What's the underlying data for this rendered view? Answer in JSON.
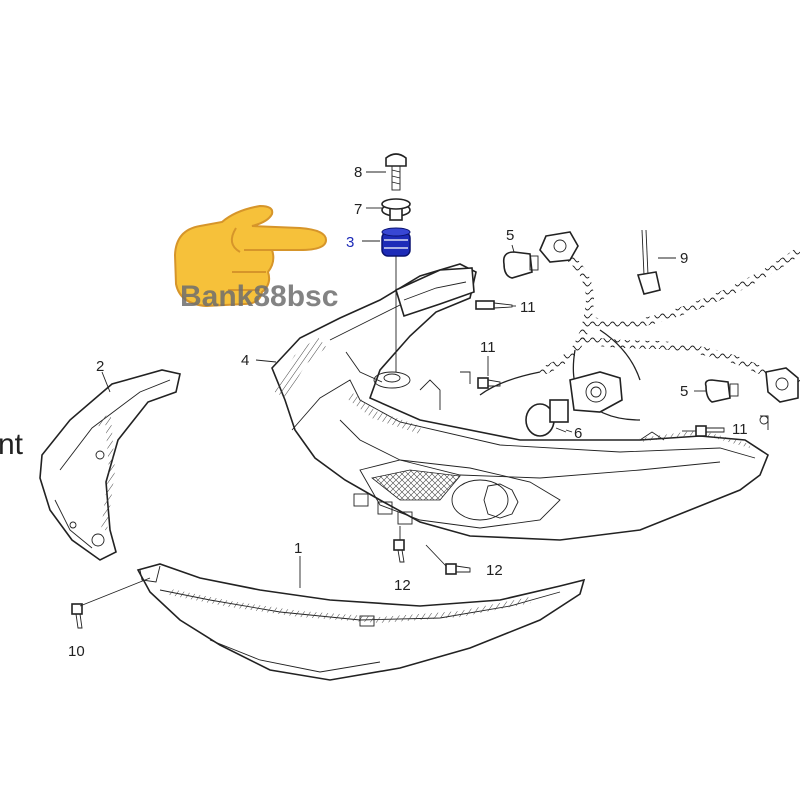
{
  "watermark": "Bank88bsc",
  "edge_fragment": "nt",
  "pointer_icon": "pointing-hand-emoji",
  "highlight_color": "#1d2bb8",
  "callouts": {
    "c1": "1",
    "c2": "2",
    "c3": "3",
    "c4": "4",
    "c5a": "5",
    "c5b": "5",
    "c6": "6",
    "c7": "7",
    "c8": "8",
    "c9": "9",
    "c10": "10",
    "c11a": "11",
    "c11b": "11",
    "c11c": "11",
    "c12a": "12",
    "c12b": "12"
  }
}
